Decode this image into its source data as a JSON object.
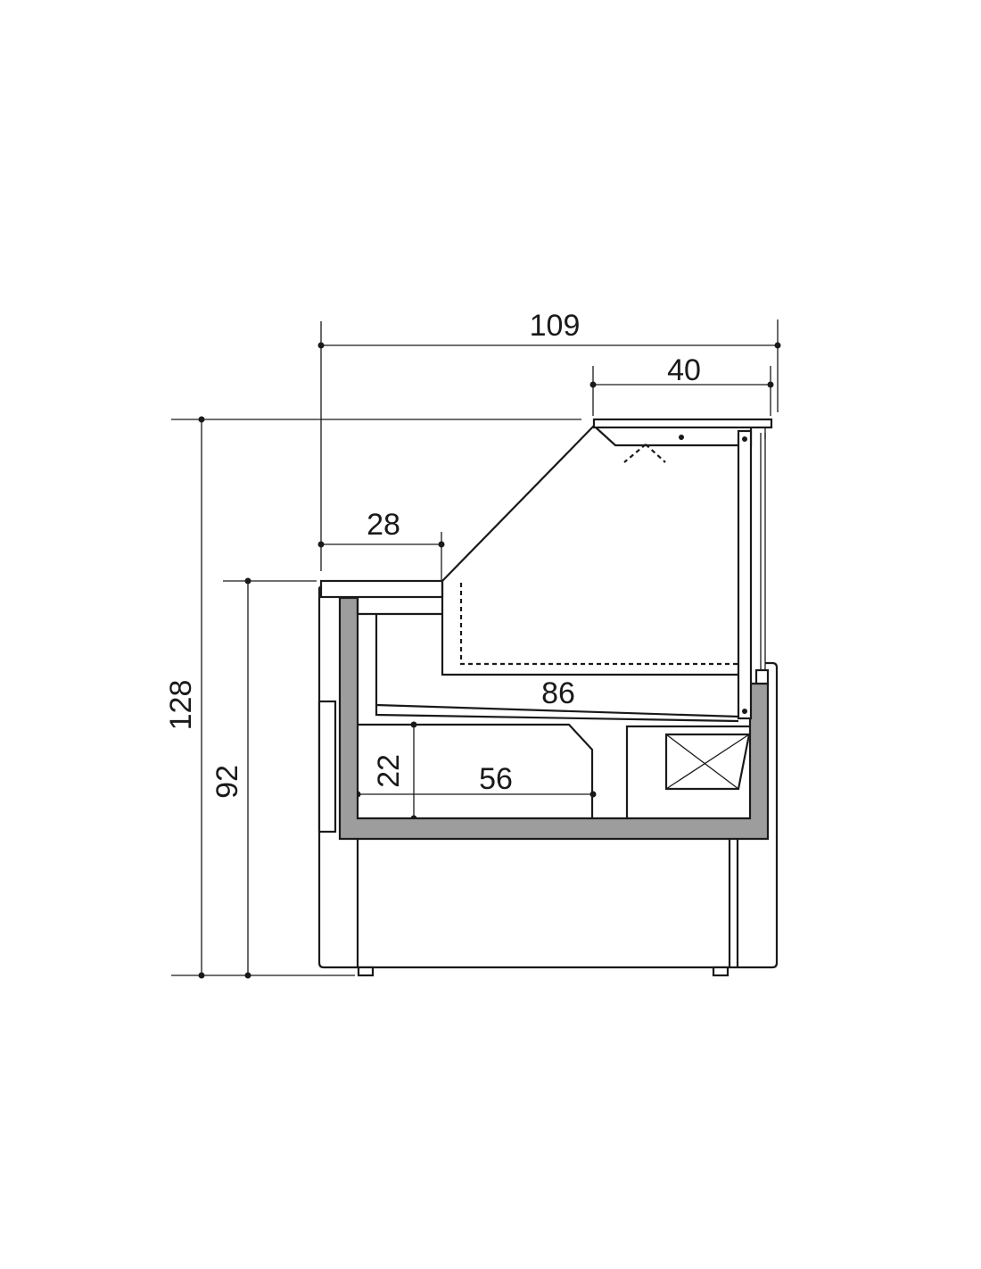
{
  "drawing": {
    "subject": "refrigerated display counter cross-section",
    "colors": {
      "line": "#1a1a1a",
      "insulation": "#9d9d9d",
      "background": "#ffffff"
    },
    "dimensions": {
      "overall_width": "109",
      "top_canopy_width": "40",
      "worktop_depth": "28",
      "overall_height": "128",
      "counter_height": "92",
      "display_depth": "86",
      "storage_height": "22",
      "storage_width": "56"
    }
  }
}
